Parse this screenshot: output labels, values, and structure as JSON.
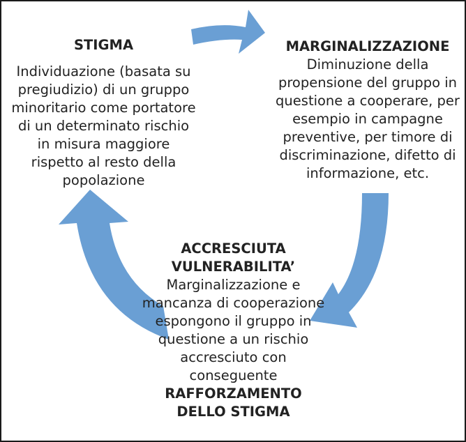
{
  "diagram": {
    "stigma": {
      "title": "STIGMA",
      "body": "Individuazione (basata su pregiudizio) di un gruppo minoritario come portatore di un determinato rischio in misura maggiore rispetto al resto della popolazione"
    },
    "marginalization": {
      "title": "MARGINALIZZAZIONE",
      "body": "Diminuzione della propensione del gruppo in questione a cooperare, per esempio in campagne preventive, per timore di discriminazione, difetto di informazione, etc."
    },
    "vulnerability": {
      "title": "ACCRESCIUTA VULNERABILITA’",
      "body": "Marginalizzazione e mancanza di cooperazione espongono il gruppo in questione a un rischio accresciuto con conseguente",
      "conclusion": "RAFFORZAMENTO DELLO STIGMA"
    },
    "arrow_color": "#6a9fd4"
  }
}
